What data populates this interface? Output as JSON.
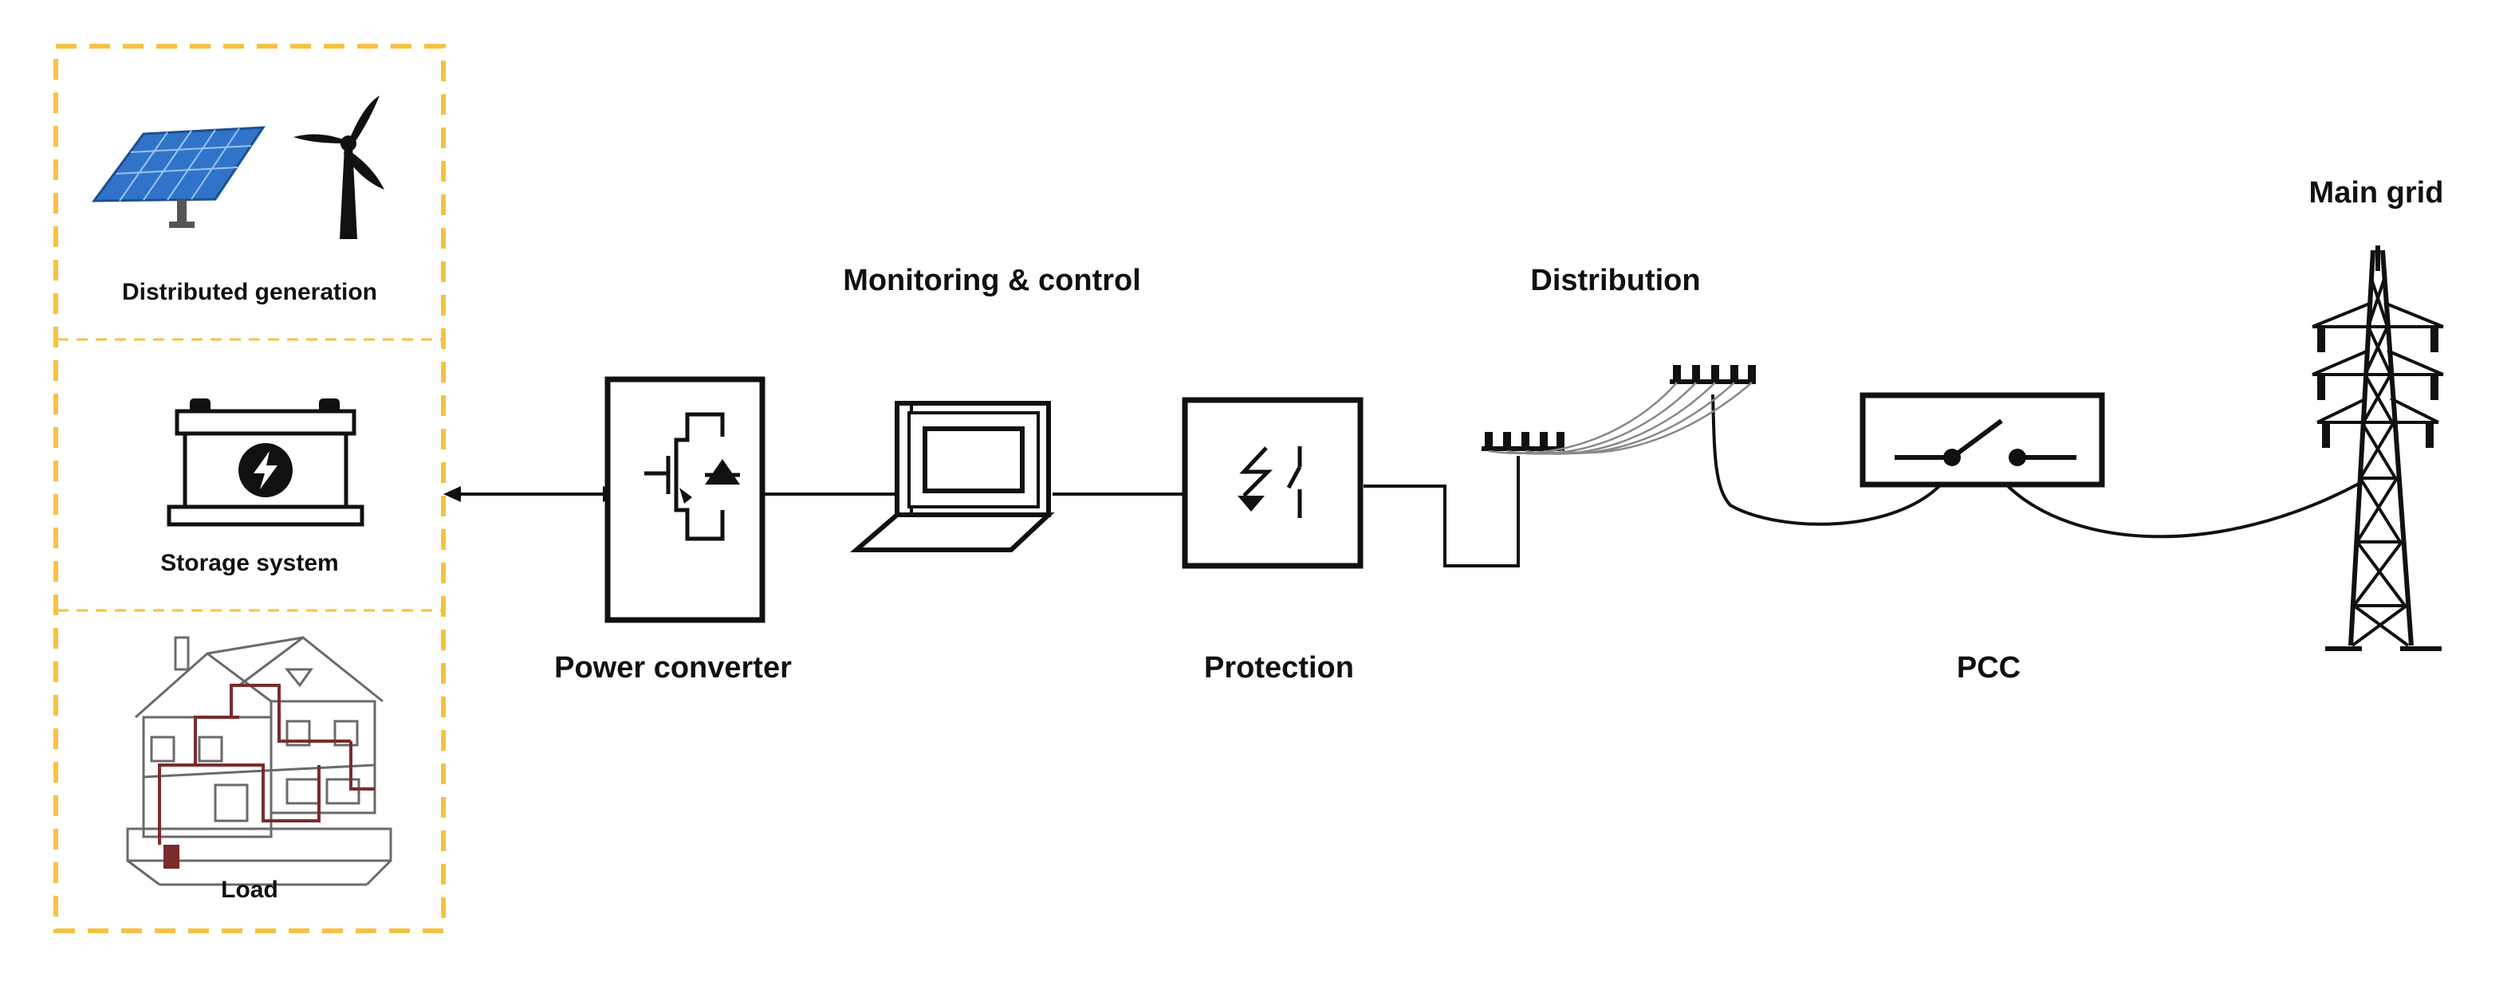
{
  "labels": {
    "distributed_generation": "Distributed generation",
    "storage_system": "Storage system",
    "load": "Load",
    "power_converter": "Power converter",
    "monitoring_control": "Monitoring & control",
    "protection": "Protection",
    "distribution": "Distribution",
    "pcc": "PCC",
    "main_grid": "Main grid"
  },
  "colors": {
    "dashed_border": "#f5c242",
    "line": "#111111",
    "solar_panel": "#2f74c9",
    "house_wiring": "#7a2c2c"
  },
  "icons": {
    "solar": "solar-panel-icon",
    "wind": "wind-turbine-icon",
    "battery": "battery-icon",
    "house": "house-icon",
    "converter": "igbt-converter-icon",
    "monitor": "laptop-icon",
    "protection": "breaker-icon",
    "distribution": "pole-insulator-icon",
    "pcc": "switch-icon",
    "grid": "transmission-tower-icon"
  }
}
